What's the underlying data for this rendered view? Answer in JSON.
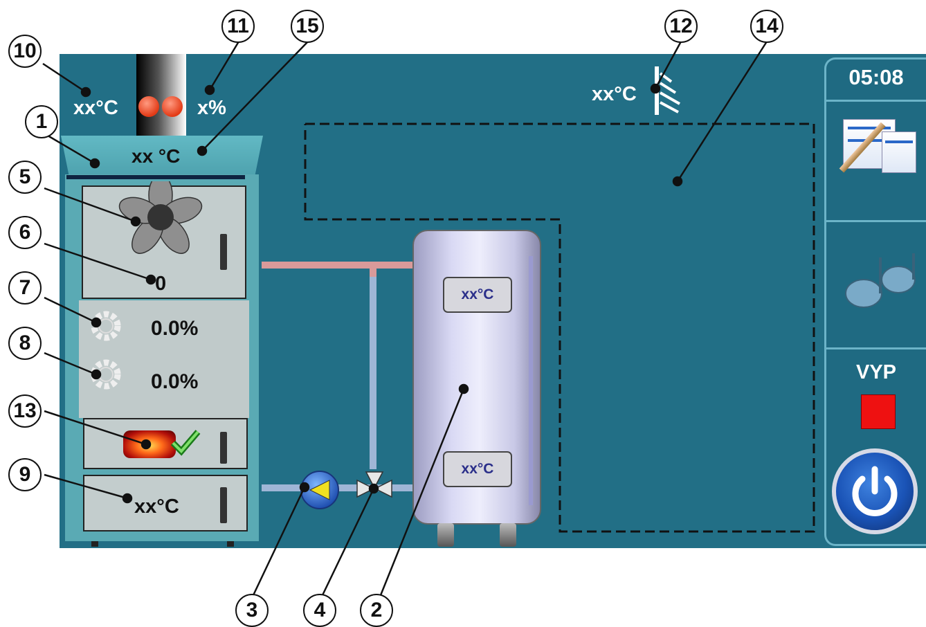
{
  "status_bar": {
    "flue_temp": "xx°C",
    "fan_power": "x%",
    "outdoor_temp": "xx°C"
  },
  "boiler": {
    "temperature": "xx °C",
    "fan_value": "0",
    "feeder1_percent": "0.0%",
    "feeder2_percent": "0.0%",
    "bottom_temp": "xx°C"
  },
  "tank": {
    "top_temp": "xx°C",
    "bottom_temp": "xx°C"
  },
  "sidebar": {
    "clock": "05:08",
    "mode_label": "VYP"
  },
  "callouts": [
    "1",
    "2",
    "3",
    "4",
    "5",
    "6",
    "7",
    "8",
    "9",
    "10",
    "11",
    "12",
    "13",
    "14",
    "15"
  ],
  "colors": {
    "screen_bg": "#226f86",
    "pipe_hot": "#d99a9a",
    "pipe_cold": "#9fb6d6",
    "stop_indicator": "#ee1111"
  }
}
